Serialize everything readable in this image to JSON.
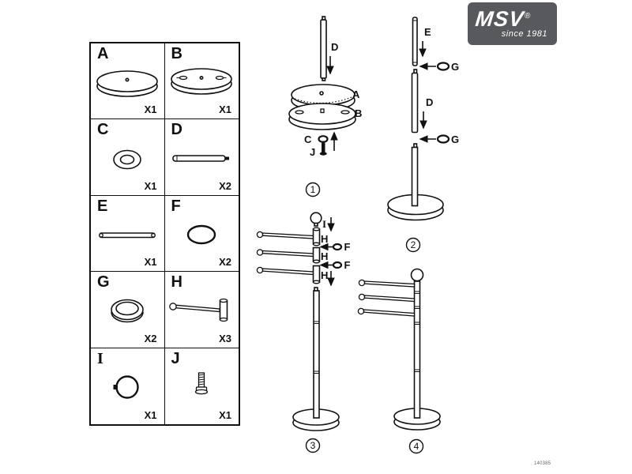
{
  "logo": {
    "brand": "MSV",
    "registered": "®",
    "tagline": "since 1981",
    "bg_color": "#57595c"
  },
  "colors": {
    "line": "#111111",
    "background": "#ffffff"
  },
  "parts_table": {
    "parts": [
      {
        "id": "A",
        "qty": "X1",
        "shape": "round-base-plate"
      },
      {
        "id": "B",
        "qty": "X1",
        "shape": "round-base-plate-with-holes"
      },
      {
        "id": "C",
        "qty": "X1",
        "shape": "washer"
      },
      {
        "id": "D",
        "qty": "X2",
        "shape": "pole-section-thick"
      },
      {
        "id": "E",
        "qty": "X1",
        "shape": "pole-section-thin"
      },
      {
        "id": "F",
        "qty": "X2",
        "shape": "o-ring-thin"
      },
      {
        "id": "G",
        "qty": "X2",
        "shape": "o-ring-thick"
      },
      {
        "id": "H",
        "qty": "X3",
        "shape": "swivel-arm"
      },
      {
        "id": "I",
        "qty": "X1",
        "shape": "top-ball"
      },
      {
        "id": "J",
        "qty": "X1",
        "shape": "screw"
      }
    ]
  },
  "steps": {
    "step1": {
      "number": "1",
      "label_d": "D",
      "label_a": "A",
      "label_b": "B",
      "label_c": "C",
      "label_j": "J"
    },
    "step2": {
      "number": "2",
      "label_e": "E",
      "label_g1": "G",
      "label_d": "D",
      "label_g2": "G"
    },
    "step3": {
      "number": "3",
      "label_i": "I",
      "label_h1": "H",
      "label_f1": "F",
      "label_h2": "H",
      "label_f2": "F",
      "label_h3": "H"
    },
    "step4": {
      "number": "4"
    }
  },
  "footer": {
    "code": "140385"
  }
}
